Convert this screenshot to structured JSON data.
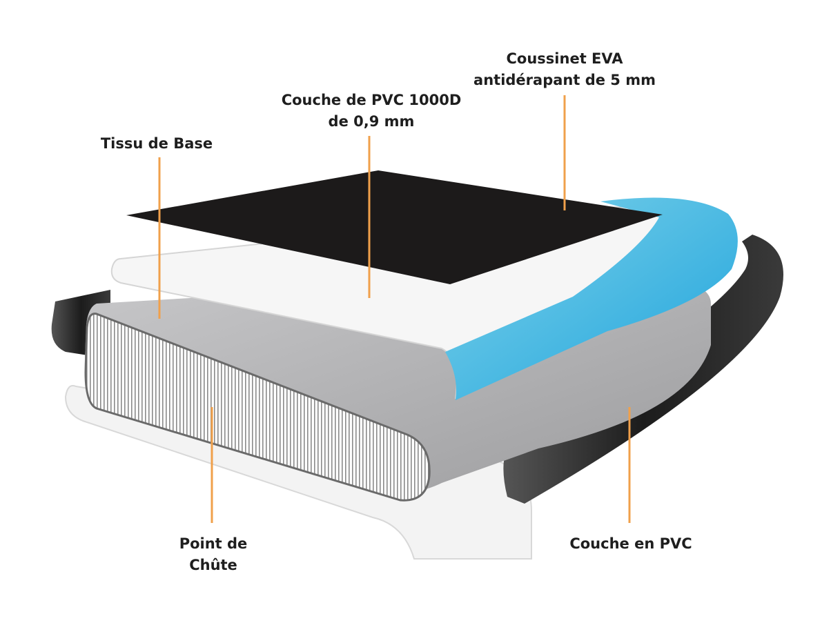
{
  "labels": {
    "eva_pad": [
      "Coussinet EVA",
      "antidérapant de 5 mm"
    ],
    "pvc_1000d": [
      "Couche de PVC 1000D",
      "de 0,9 mm"
    ],
    "base_fabric": [
      "Tissu de Base"
    ],
    "drop_stitch": [
      "Point de",
      "Chûte"
    ],
    "pvc_layer": [
      "Couche en PVC"
    ]
  },
  "colors": {
    "leader_line": "#f0a04b",
    "text": "#1e1e1e",
    "eva_blue": "#3bb4e0",
    "black_layer": "#1c1a1a",
    "white_layer": "#f4f4f4",
    "grey_core": "#b4b4b6"
  }
}
